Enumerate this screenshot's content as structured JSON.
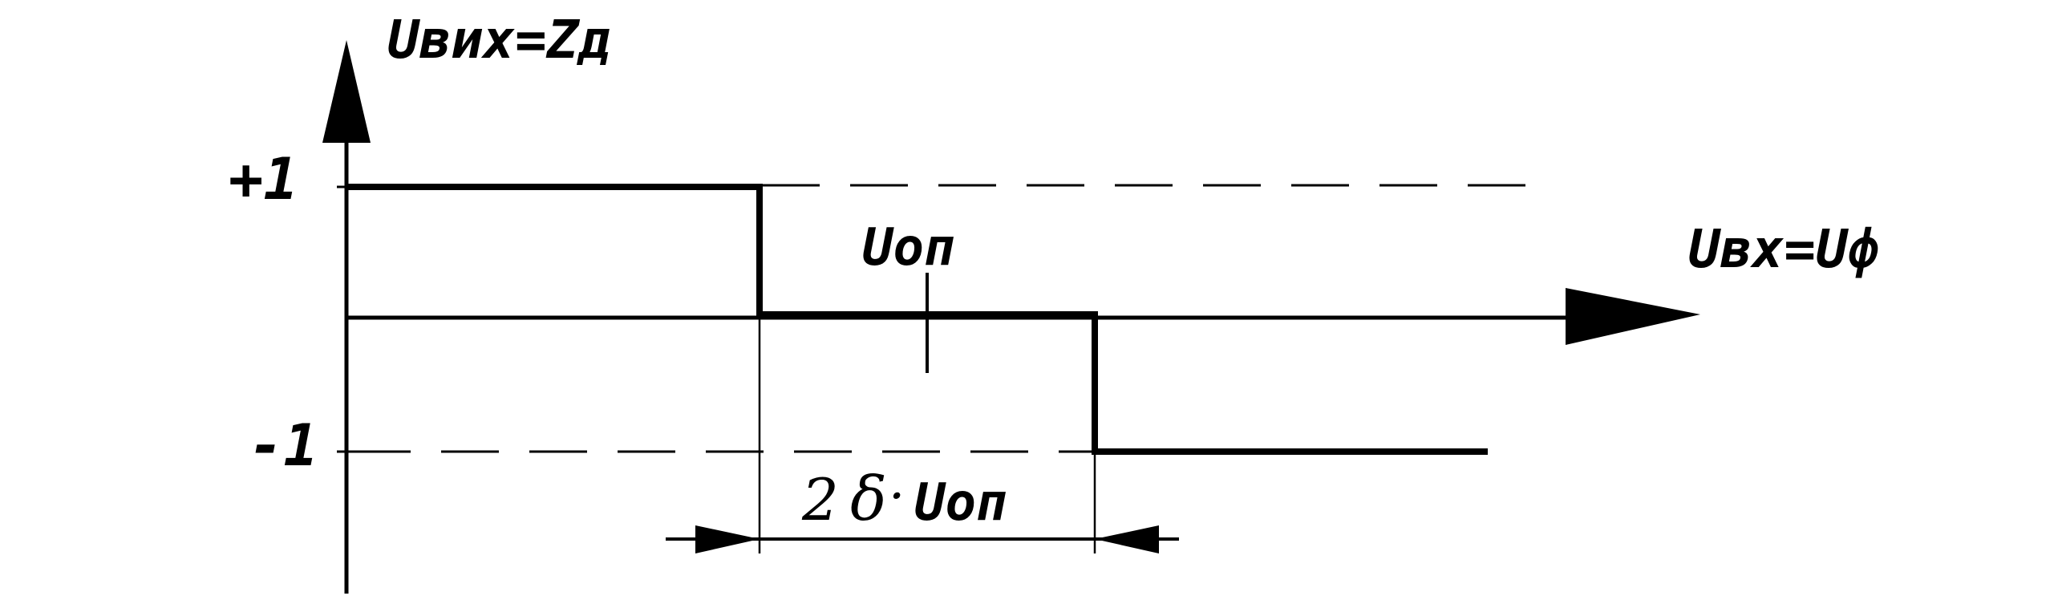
{
  "diagram": {
    "y_axis_label": "Uвих=Zд",
    "x_axis_label": "Uвх=Uф",
    "level_high_label": "+1",
    "level_low_label": "-1",
    "reference_label": "Uоп",
    "width_label_prefix": "2",
    "width_label_symbol": "δ",
    "width_label_dot": "·",
    "width_label_suffix": "Uоп"
  }
}
